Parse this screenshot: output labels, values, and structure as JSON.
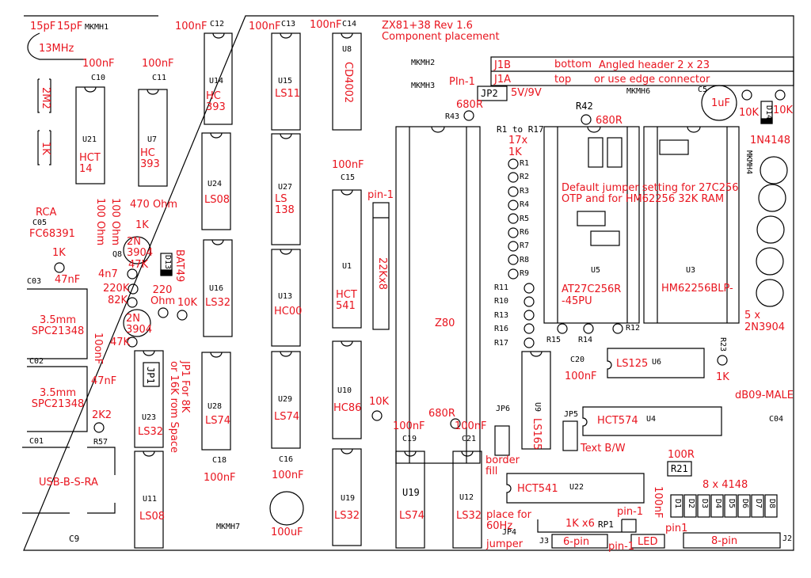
{
  "title": {
    "line1": "ZX81+38 Rev 1.6",
    "line2": "Component placement"
  },
  "colors": {
    "silkscreen": "#000000",
    "value_text": "#e8141e",
    "background": "#ffffff"
  },
  "edge_connector": {
    "j1b": "J1B",
    "j1a": "J1A",
    "bottom": "bottom",
    "top": "top",
    "note1": "Angled header 2 x 23",
    "note2": "or use edge connector",
    "pin1": "PIn-1"
  },
  "jp2": {
    "ref": "JP2",
    "label": "5V/9V"
  },
  "mounting_holes": [
    "MKMH1",
    "MKMH2",
    "MKMH3",
    "MKMH4",
    "MKMH6",
    "MKMH7"
  ],
  "crystal": {
    "c1": "15pF",
    "c2": "15pF",
    "value": "13MHz"
  },
  "left_resistors": {
    "r2m2": "2M2",
    "r1k": "1K"
  },
  "ics": [
    {
      "ref": "U21",
      "part": "HCT 14"
    },
    {
      "ref": "U7",
      "part": "HC 393"
    },
    {
      "ref": "U14",
      "part": "HC 393"
    },
    {
      "ref": "U24",
      "part": "LS08"
    },
    {
      "ref": "U16",
      "part": "LS32"
    },
    {
      "ref": "U28",
      "part": "LS74"
    },
    {
      "ref": "U15",
      "part": "LS11"
    },
    {
      "ref": "U27",
      "part": "LS 138"
    },
    {
      "ref": "U13",
      "part": "HC00"
    },
    {
      "ref": "U29",
      "part": "LS74"
    },
    {
      "ref": "U8",
      "part": "CD4002"
    },
    {
      "ref": "U1",
      "part": "HCT 541"
    },
    {
      "ref": "U10",
      "part": "HC86"
    },
    {
      "ref": "U19",
      "part": "LS32"
    },
    {
      "ref": "U19",
      "part": "LS74"
    },
    {
      "ref": "U12",
      "part": "LS32"
    },
    {
      "ref": "U23",
      "part": "LS32"
    },
    {
      "ref": "U11",
      "part": "LS08"
    },
    {
      "ref": "U9",
      "part": "LS165"
    },
    {
      "ref": "U5",
      "part": "AT27C256R -45PU"
    },
    {
      "ref": "U3",
      "part": "HM62256BLP-"
    },
    {
      "ref": "U6",
      "part": "LS125"
    },
    {
      "ref": "U4",
      "part": "HCT574"
    },
    {
      "ref": "U22",
      "part": "HCT541"
    },
    {
      "ref": "",
      "part": "Z80"
    }
  ],
  "caps": {
    "c10": {
      "ref": "C10",
      "value": "100nF"
    },
    "c11": {
      "ref": "C11",
      "value": "100nF"
    },
    "c12": {
      "ref": "C12",
      "value": "100nF"
    },
    "c13": {
      "ref": "C13",
      "value": "100nF"
    },
    "c14": {
      "ref": "C14",
      "value": "100nF"
    },
    "c15": {
      "ref": "C15",
      "value": "100nF"
    },
    "c16": {
      "ref": "C16",
      "value": "100nF"
    },
    "c18": {
      "ref": "C18",
      "value": "100nF"
    },
    "c19": {
      "ref": "C19",
      "value": "100nF"
    },
    "c20": {
      "ref": "C20",
      "value": "100nF"
    },
    "c21": {
      "ref": "C21",
      "value": "100nF"
    },
    "c5": {
      "ref": "C5",
      "value": "1uF"
    },
    "c9": {
      "ref": "C9"
    },
    "c100uf": {
      "value": "100uF"
    },
    "c22u": {
      "value": "100nF"
    }
  },
  "video": {
    "rca": "RCA",
    "co5": "C05",
    "fc": "FC68391",
    "r100a": "100 Ohm",
    "r100b": "100 Ohm",
    "r470": "470 Ohm",
    "r1k_b": "1K",
    "q8": "Q8",
    "q8part": "2N 3904",
    "r47k_a": "47K",
    "d13": "D13",
    "bat49": "BAT49",
    "r1k_c": "1K",
    "c47nf": "47nF",
    "c4n7": "4n7",
    "r220k": "220K",
    "r82k": "82K",
    "r220": "220 Ohm",
    "r10k": "10K",
    "q2": "2N 3904",
    "r47k_b": "47K",
    "c10onf": "10onF",
    "c47nf_b": "47nF"
  },
  "audio": {
    "co3": "C03",
    "co2": "C02",
    "jack1": "3.5mm SPC21348",
    "jack2": "3.5mm SPC21348",
    "r2k2": "2K2",
    "r57": "R57"
  },
  "usb": {
    "co1": "C01",
    "label": "USB-B-S-RA"
  },
  "jp1": {
    "ref": "JP1",
    "note1": "JP1 For 8K",
    "note2": "or 16K rom Space"
  },
  "resnet": {
    "ref": "22Kx8",
    "pin1": "pin-1"
  },
  "r_array": {
    "header": "R1 to R17",
    "qty": "17x",
    "value": "1K",
    "left": [
      "R1",
      "R2",
      "R3",
      "R4",
      "R5",
      "R6",
      "R7",
      "R8",
      "R9"
    ],
    "right": [
      "R11",
      "R10",
      "R13",
      "R16",
      "R17"
    ]
  },
  "r43": {
    "ref": "R43",
    "value": "680R"
  },
  "r42": {
    "ref": "R42",
    "value": "680R"
  },
  "bottom_r": {
    "r15": "R15",
    "r14": "R14",
    "r12": "R12"
  },
  "jumper_note": {
    "line1": "Default jumper setting for 27C256",
    "line2": "OTP and for HM62256 32K RAM"
  },
  "right_side": {
    "r10k_a": "10K",
    "r10k_b": "10K",
    "d14": "D14",
    "diode": "1N4148",
    "transistors": "5 x 2N3904",
    "r23": "R23",
    "r23v": "1K",
    "db9": "dB09-MALE",
    "co4": "C04"
  },
  "misc": {
    "r10k_u10": "10K",
    "r680": "680R",
    "jp6": "JP6",
    "border": "border fill",
    "jp5": "JP5",
    "textbw": "Text B/W",
    "r21": "R21",
    "r21v": "100R",
    "diodes_label": "8 x 4148",
    "diodes": [
      "D1",
      "D2",
      "D3",
      "D4",
      "D5",
      "D6",
      "D7",
      "D8"
    ],
    "place60": "place for 60Hz",
    "jp4": "JP4",
    "jumper": "jumper",
    "rp1": "RP1",
    "rp1v": "1K x6",
    "pin1a": "pin-1",
    "pin1b": "pin-1",
    "pin1c": "pin1",
    "j3": "J3",
    "j3v": "6-pin",
    "led": "LED",
    "j2": "J2",
    "j2v": "8-pin"
  }
}
